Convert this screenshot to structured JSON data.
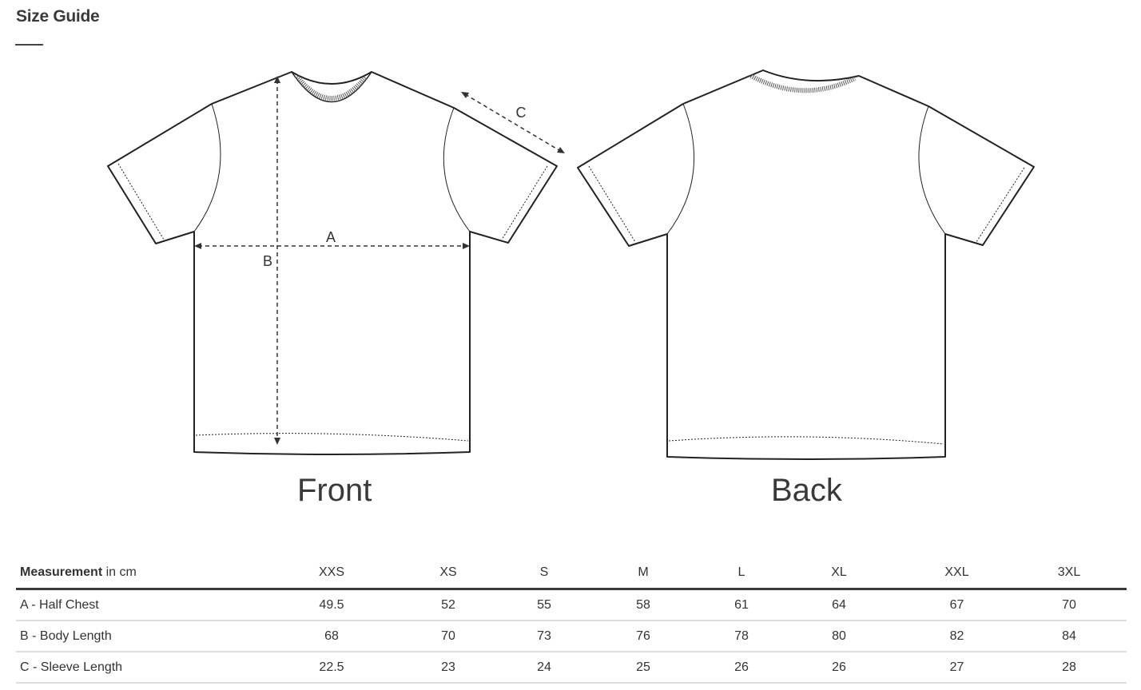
{
  "header": {
    "title": "Size Guide"
  },
  "diagram": {
    "front_label": "Front",
    "back_label": "Back",
    "markers": {
      "a": "A",
      "b": "B",
      "c": "C"
    }
  },
  "table": {
    "measurement_bold": "Measurement",
    "measurement_unit": " in cm",
    "sizes": [
      "XXS",
      "XS",
      "S",
      "M",
      "L",
      "XL",
      "XXL",
      "3XL"
    ],
    "rows": [
      {
        "label": "A - Half Chest",
        "values": [
          "49.5",
          "52",
          "55",
          "58",
          "61",
          "64",
          "67",
          "70"
        ]
      },
      {
        "label": "B - Body Length",
        "values": [
          "68",
          "70",
          "73",
          "76",
          "78",
          "80",
          "82",
          "84"
        ]
      },
      {
        "label": "C - Sleeve Length",
        "values": [
          "22.5",
          "23",
          "24",
          "25",
          "26",
          "26",
          "27",
          "28"
        ]
      }
    ]
  }
}
